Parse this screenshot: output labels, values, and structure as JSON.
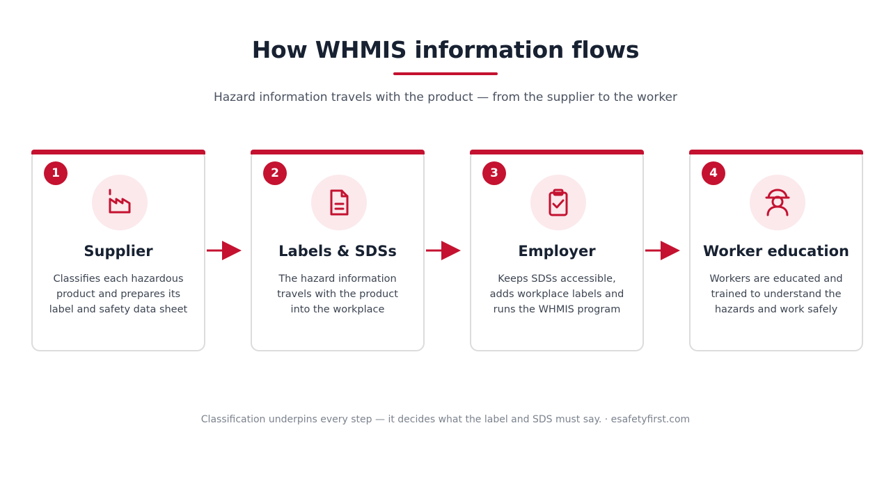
{
  "header": {
    "title": "How WHMIS information flows",
    "subtitle": "Hazard information travels with the product — from the supplier to the worker"
  },
  "steps": [
    {
      "number": "1",
      "title": "Supplier",
      "icon": "factory-icon",
      "description": "Classifies each hazardous product and prepares its label and safety data sheet"
    },
    {
      "number": "2",
      "title": "Labels & SDSs",
      "icon": "document-icon",
      "description": "The hazard information travels with the product into the workplace"
    },
    {
      "number": "3",
      "title": "Employer",
      "icon": "clipboard-check-icon",
      "description": "Keeps SDSs accessible, adds workplace labels and runs the WHMIS program"
    },
    {
      "number": "4",
      "title": "Worker education",
      "icon": "hardhat-worker-icon",
      "description": "Workers are educated and trained to understand the hazards and work safely"
    }
  ],
  "footer": "Classification underpins every step — it decides what the label and SDS must say. · esafetyfirst.com",
  "colors": {
    "accent": "#c41230",
    "icon_bg": "#fbe9ec",
    "title": "#172131",
    "border": "#dcdcdc"
  }
}
